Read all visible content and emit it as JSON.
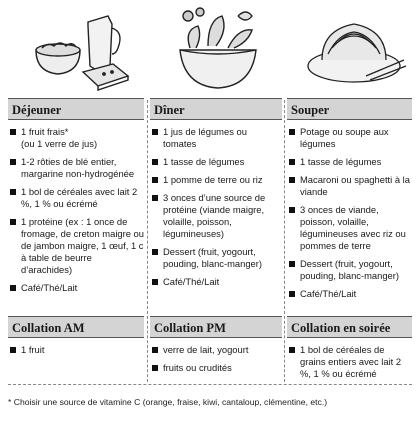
{
  "columns": [
    {
      "heading": "Déjeuner",
      "items": [
        "1 fruit frais*\n(ou 1 verre de jus)",
        "1-2 rôties de blé entier, margarine non-hydrogénée",
        "1 bol de céréales avec lait 2 %, 1 % ou écrémé",
        "1 protéine (ex : 1 once de fromage, de creton maigre ou de jambon maigre, 1 œuf, 1 c à table de beurre d’arachides)",
        "Café/Thé/Lait"
      ]
    },
    {
      "heading": "Dîner",
      "items": [
        "1 jus de légumes ou tomates",
        "1 tasse de légumes",
        "1 pomme de terre ou riz",
        "3 onces d’une source de protéine (viande maigre, volaille, poisson, légumineuses)",
        "Dessert (fruit, yogourt, pouding, blanc-manger)",
        "Café/Thé/Lait"
      ]
    },
    {
      "heading": "Souper",
      "items": [
        "Potage ou soupe aux légumes",
        "1 tasse de légumes",
        "Macaroni ou spaghetti à la viande",
        "3 onces de viande, poisson, volaille, légumineuses avec riz ou pommes de terre",
        "Dessert (fruit, yogourt, pouding, blanc-manger)",
        "Café/Thé/Lait"
      ]
    }
  ],
  "snacks": [
    {
      "heading": "Collation AM",
      "items": [
        "1 fruit"
      ]
    },
    {
      "heading": "Collation PM",
      "items": [
        "verre de lait, yogourt",
        "fruits ou crudités"
      ]
    },
    {
      "heading": "Collation en soirée",
      "items": [
        "1 bol de céréales de grains entiers avec lait 2 %, 1 % ou écrémé"
      ]
    }
  ],
  "footnote": "* Choisir une source de vitamine C (orange, fraise, kiwi, cantaloup, clémentine, etc.)",
  "illustrations": [
    "breakfast-illustration",
    "salad-bowl-illustration",
    "spaghetti-plate-illustration"
  ]
}
